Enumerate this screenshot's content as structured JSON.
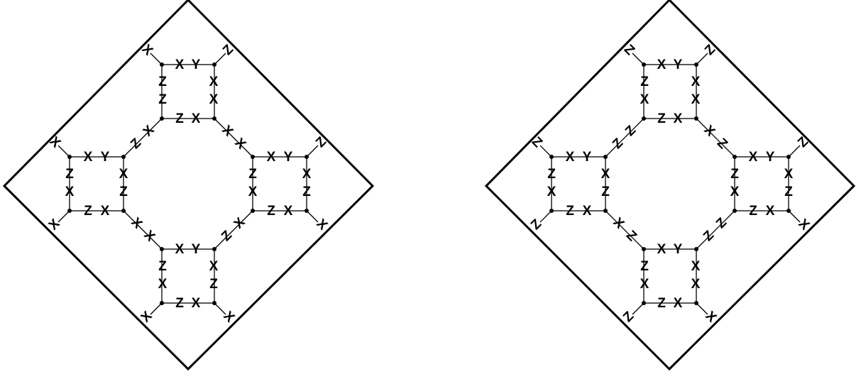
{
  "diagrams": [
    {
      "id": "left",
      "squares": {
        "top": {
          "top_labels": [
            "X",
            "Y"
          ],
          "left_labels": [
            "Z",
            "Z"
          ],
          "right_labels": [
            "X",
            "X"
          ],
          "bottom_labels": [
            "Z",
            "X"
          ]
        },
        "left": {
          "top_labels": [
            "X",
            "Y"
          ],
          "left_labels": [
            "Z",
            "X"
          ],
          "right_labels": [
            "X",
            "Z"
          ],
          "bottom_labels": [
            "Z",
            "X"
          ]
        },
        "right": {
          "top_labels": [
            "X",
            "Y"
          ],
          "left_labels": [
            "Z",
            "X"
          ],
          "right_labels": [
            "X",
            "Z"
          ],
          "bottom_labels": [
            "Z",
            "X"
          ]
        },
        "bottom": {
          "top_labels": [
            "X",
            "Y"
          ],
          "left_labels": [
            "Z",
            "X"
          ],
          "right_labels": [
            "X",
            "Z"
          ],
          "bottom_labels": [
            "Z",
            "X"
          ]
        }
      },
      "inner_links": {
        "top_left": [
          "Z",
          "X"
        ],
        "top_right": [
          "X",
          "X"
        ],
        "bottom_left": [
          "X",
          "X"
        ],
        "bottom_right": [
          "Z",
          "X"
        ]
      },
      "outer_labels": {
        "top_square_nw": "X",
        "top_square_ne": "Z",
        "left_square_nw": "X",
        "left_square_sw": "X",
        "right_square_ne": "Z",
        "right_square_se": "X",
        "bottom_square_sw": "X",
        "bottom_square_se": "X"
      }
    },
    {
      "id": "right",
      "squares": {
        "top": {
          "top_labels": [
            "X",
            "Y"
          ],
          "left_labels": [
            "Z",
            "X"
          ],
          "right_labels": [
            "X",
            "X"
          ],
          "bottom_labels": [
            "Z",
            "X"
          ]
        },
        "left": {
          "top_labels": [
            "X",
            "Y"
          ],
          "left_labels": [
            "Z",
            "X"
          ],
          "right_labels": [
            "X",
            "Z"
          ],
          "bottom_labels": [
            "Z",
            "X"
          ]
        },
        "right": {
          "top_labels": [
            "X",
            "Y"
          ],
          "left_labels": [
            "Z",
            "X"
          ],
          "right_labels": [
            "X",
            "Z"
          ],
          "bottom_labels": [
            "Z",
            "X"
          ]
        },
        "bottom": {
          "top_labels": [
            "X",
            "Y"
          ],
          "left_labels": [
            "Z",
            "X"
          ],
          "right_labels": [
            "X",
            "X"
          ],
          "bottom_labels": [
            "Z",
            "X"
          ]
        }
      },
      "inner_links": {
        "top_left": [
          "Z",
          "Z"
        ],
        "top_right": [
          "X",
          "Z"
        ],
        "bottom_left": [
          "X",
          "Z"
        ],
        "bottom_right": [
          "Z",
          "Z"
        ]
      },
      "outer_labels": {
        "top_square_nw": "Z",
        "top_square_ne": "Z",
        "left_square_nw": "Z",
        "left_square_sw": "Z",
        "right_square_ne": "Z",
        "right_square_se": "X",
        "bottom_square_sw": "Z",
        "bottom_square_se": "X"
      }
    }
  ],
  "style": {
    "line_color": "#000000",
    "background": "#ffffff"
  }
}
